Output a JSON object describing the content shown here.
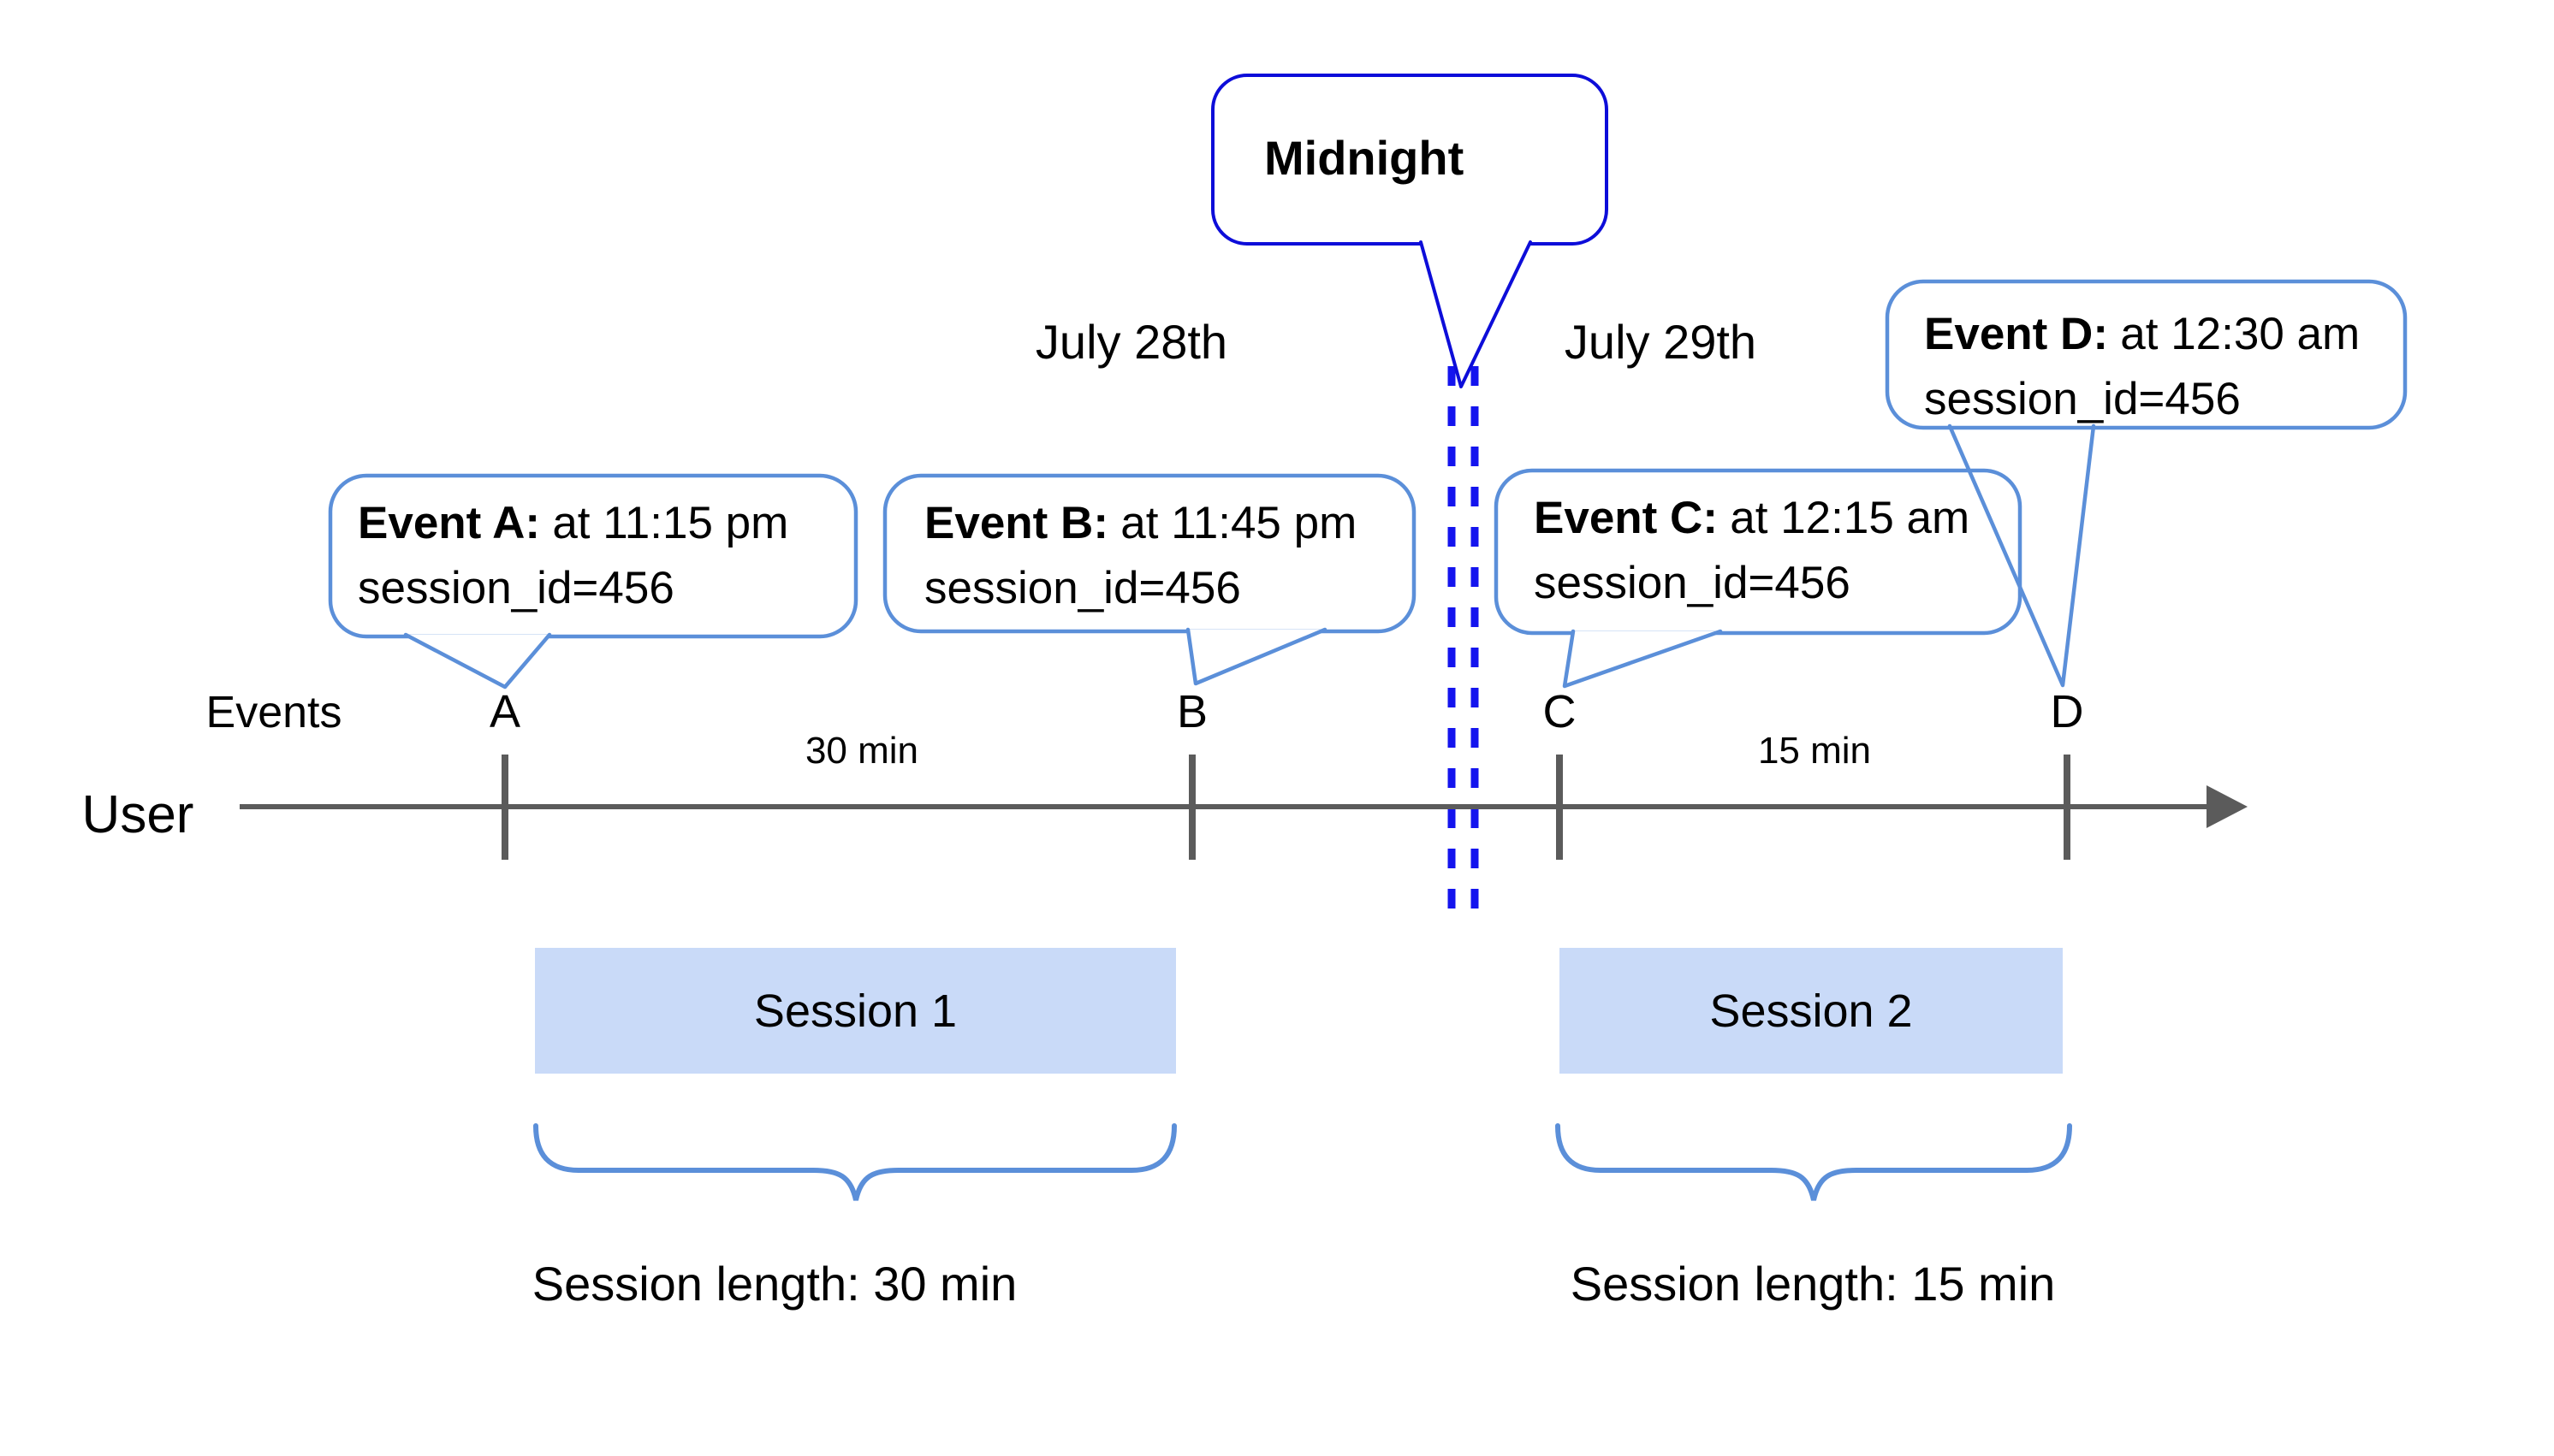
{
  "colors": {
    "event_bubble_border": "#5B8FD9",
    "midnight_border": "#0D0DD9",
    "midnight_dash": "#1414EE",
    "session_fill": "#C9DAF8",
    "timeline_gray": "#5B5B5B",
    "text": "#000000"
  },
  "dates": {
    "left": "July 28th",
    "right": "July 29th"
  },
  "midnight_callout": {
    "label": "Midnight"
  },
  "events_axis": {
    "events_label": "Events",
    "user_label": "User",
    "ticks": [
      "A",
      "B",
      "C",
      "D"
    ],
    "interval_ab": "30 min",
    "interval_cd": "15 min"
  },
  "event_callouts": [
    {
      "id": "A",
      "title": "Event A:",
      "time": "at 11:15 pm",
      "session": "session_id=456"
    },
    {
      "id": "B",
      "title": "Event B:",
      "time": "at 11:45 pm",
      "session": "session_id=456"
    },
    {
      "id": "C",
      "title": "Event C:",
      "time": "at 12:15 am",
      "session": "session_id=456"
    },
    {
      "id": "D",
      "title": "Event D:",
      "time": "at 12:30 am",
      "session": "session_id=456"
    }
  ],
  "sessions": [
    {
      "label": "Session 1",
      "length_label": "Session length: 30 min"
    },
    {
      "label": "Session 2",
      "length_label": "Session length: 15 min"
    }
  ]
}
